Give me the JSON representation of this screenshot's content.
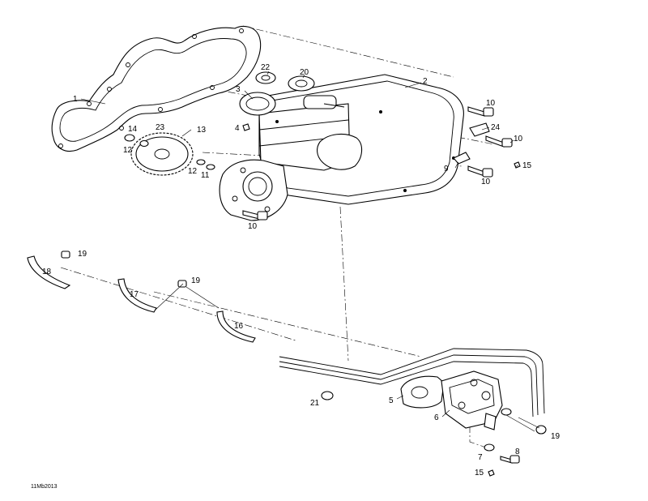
{
  "drawing_code": "11Mb2013",
  "colors": {
    "line": "#000000",
    "background": "#ffffff"
  },
  "callouts": [
    {
      "id": "c1",
      "text": "1"
    },
    {
      "id": "c2",
      "text": "2"
    },
    {
      "id": "c3",
      "text": "3"
    },
    {
      "id": "c4",
      "text": "4"
    },
    {
      "id": "c5",
      "text": "5"
    },
    {
      "id": "c6",
      "text": "6"
    },
    {
      "id": "c7",
      "text": "7"
    },
    {
      "id": "c8",
      "text": "8"
    },
    {
      "id": "c9",
      "text": "9"
    },
    {
      "id": "c10a",
      "text": "10"
    },
    {
      "id": "c10b",
      "text": "10"
    },
    {
      "id": "c10c",
      "text": "10"
    },
    {
      "id": "c10d",
      "text": "10"
    },
    {
      "id": "c11",
      "text": "11"
    },
    {
      "id": "c12a",
      "text": "12"
    },
    {
      "id": "c12b",
      "text": "12"
    },
    {
      "id": "c13",
      "text": "13"
    },
    {
      "id": "c14",
      "text": "14"
    },
    {
      "id": "c15a",
      "text": "15"
    },
    {
      "id": "c15b",
      "text": "15"
    },
    {
      "id": "c16",
      "text": "16"
    },
    {
      "id": "c17",
      "text": "17"
    },
    {
      "id": "c18",
      "text": "18"
    },
    {
      "id": "c19a",
      "text": "19"
    },
    {
      "id": "c19b",
      "text": "19"
    },
    {
      "id": "c19c",
      "text": "19"
    },
    {
      "id": "c20",
      "text": "20"
    },
    {
      "id": "c21",
      "text": "21"
    },
    {
      "id": "c22",
      "text": "22"
    },
    {
      "id": "c23",
      "text": "23"
    },
    {
      "id": "c24",
      "text": "24"
    }
  ]
}
